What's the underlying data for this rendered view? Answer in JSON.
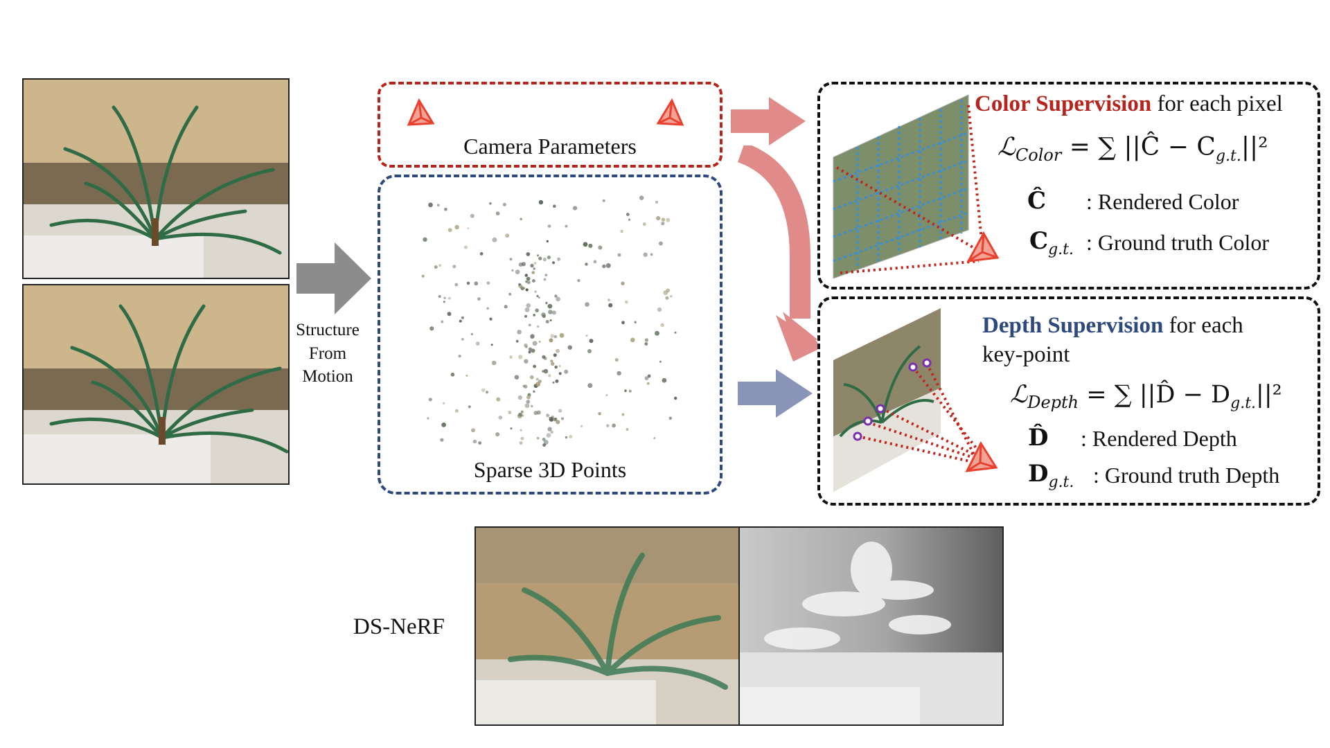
{
  "labels": {
    "sfm_line1": "Structure",
    "sfm_line2": "From",
    "sfm_line3": "Motion",
    "camera_parameters": "Camera Parameters",
    "sparse_points": "Sparse 3D Points",
    "ds_nerf": "DS-NeRF"
  },
  "color_panel": {
    "title_highlight": "Color Supervision",
    "title_rest": " for each pixel",
    "loss_lhs": "ℒ",
    "loss_sub": "Color",
    "loss_rhs": " = ∑ ||Ĉ − C",
    "loss_rhs_sub": "g.t.",
    "loss_rhs_end": "||²",
    "def1_symbol": "Ĉ",
    "def1_text": ": Rendered Color",
    "def2_symbol": "C",
    "def2_sub": "g.t.",
    "def2_text": ": Ground truth Color"
  },
  "depth_panel": {
    "title_highlight": "Depth Supervision",
    "title_rest": " for each",
    "title_line2": "key-point",
    "loss_lhs": "ℒ",
    "loss_sub": "Depth",
    "loss_rhs": " = ∑ ||D̂ − D",
    "loss_rhs_sub": "g.t.",
    "loss_rhs_end": "||²",
    "def1_symbol": "D̂",
    "def1_text": ": Rendered Depth",
    "def2_symbol": "D",
    "def2_sub": "g.t.",
    "def2_text": ": Ground truth Depth"
  },
  "colors": {
    "camera_box": "#b5251d",
    "points_box": "#2e4a7d",
    "color_title": "#b5251d",
    "depth_title": "#2e4a7d",
    "arrow_red": "#e08a8a",
    "arrow_blue": "#8a93b8",
    "arrow_gray": "#8c8c8c",
    "camera_icon": "#e8422f"
  },
  "icons": [
    "camera-icon",
    "arrow-right-icon",
    "curved-arrow-icon"
  ]
}
